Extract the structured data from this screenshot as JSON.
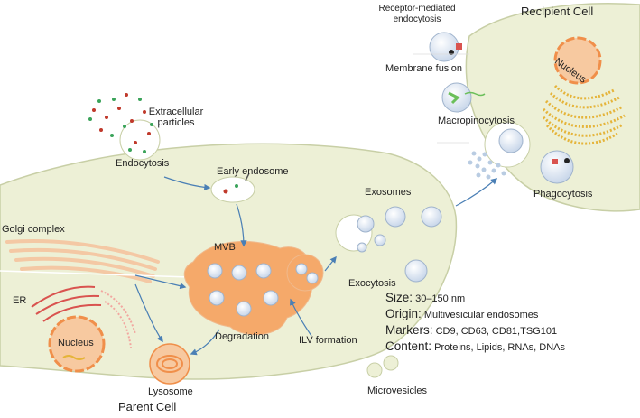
{
  "labels": {
    "recipient_cell": "Recipient Cell",
    "parent_cell": "Parent Cell",
    "receptor_mediated_endocytosis": "Receptor-mediated\nendocytosis",
    "membrane_fusion": "Membrane fusion",
    "macropinocytosis": "Macropinocytosis",
    "phagocytosis": "Phagocytosis",
    "extracellular_particles": "Extracellular\nparticles",
    "endocytosis": "Endocytosis",
    "early_endosome": "Early endosome",
    "exosomes": "Exosomes",
    "golgi_complex": "Golgi complex",
    "mvb": "MVB",
    "exocytosis": "Exocytosis",
    "er": "ER",
    "nucleus_parent": "Nucleus",
    "nucleus_recipient": "Nucleus",
    "degradation": "Degradation",
    "ilv_formation": "ILV formation",
    "lysosome": "Lysosome",
    "microvesicles": "Microvesicles"
  },
  "info": {
    "size_key": "Size:",
    "size_val": "30–150 nm",
    "origin_key": "Origin:",
    "origin_val": "Multivesicular endosomes",
    "markers_key": "Markers:",
    "markers_val": "CD9, CD63, CD81,TSG101",
    "content_key": "Content:",
    "content_val": "Proteins, Lipids, RNAs, DNAs"
  },
  "colors": {
    "cytoplasm": "#edf0d6",
    "membrane": "#c8cfa6",
    "mvb_fill": "#f5a96a",
    "nucleus_fill": "#f7c9a0",
    "nucleus_edge": "#f08f4a",
    "er_red": "#d9534f",
    "golgi_peach": "#f4c8a4",
    "vesicle": "#dce6f2",
    "arrow_blue": "#4a7fb5",
    "ribosome_gold": "#e5b43a"
  }
}
